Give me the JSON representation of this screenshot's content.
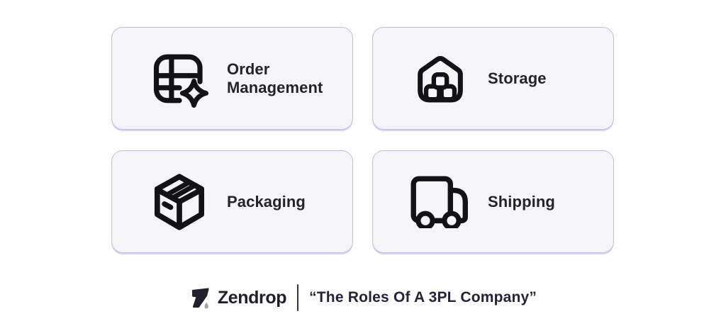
{
  "page": {
    "background": "#ffffff"
  },
  "cards": [
    {
      "label": "Order Management",
      "icon": "table-sparkle-icon"
    },
    {
      "label": "Storage",
      "icon": "warehouse-boxes-icon"
    },
    {
      "label": "Packaging",
      "icon": "package-box-icon"
    },
    {
      "label": "Shipping",
      "icon": "delivery-truck-icon"
    }
  ],
  "footer": {
    "brand": "Zendrop",
    "caption": "“The Roles Of A 3PL Company”",
    "logo": "zendrop-7-drop-logo"
  },
  "colors": {
    "card_background": "#f5f5f9",
    "card_border": "#c2b9ef",
    "card_shadow": "#d9d3f5",
    "icon_stroke": "#131316",
    "label_text": "#232329",
    "brand_text": "#20202c",
    "caption_text": "#23233a",
    "divider": "#33334a",
    "logo_drop_gray": "#a5a3b0"
  }
}
